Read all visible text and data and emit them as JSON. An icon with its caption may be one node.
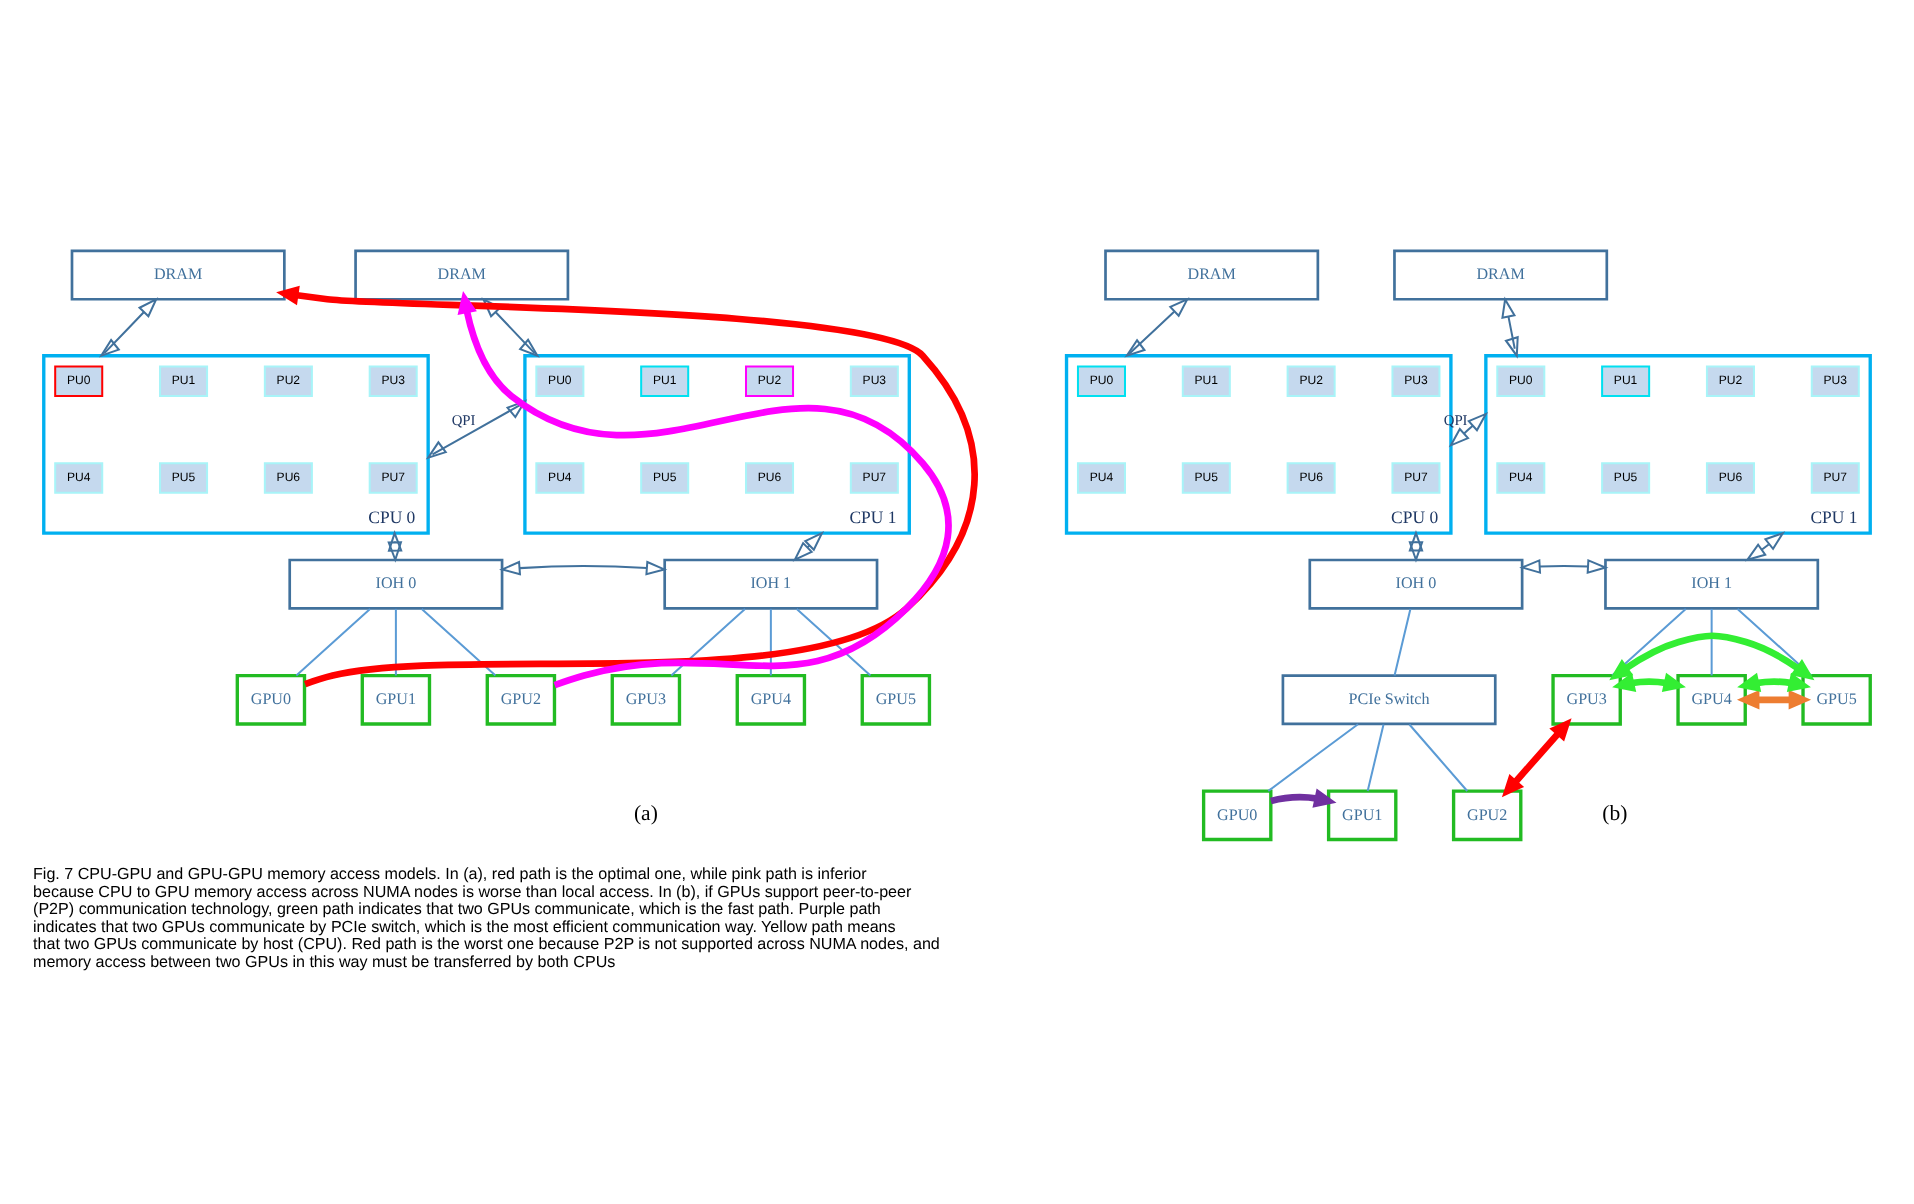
{
  "diagram": {
    "caption": "Fig. 7 CPU-GPU and GPU-GPU memory access models. In (a), red path is the optimal one, while pink path is inferior because CPU to GPU memory access across NUMA nodes is worse than local access. In (b), if GPUs support peer-to-peer (P2P) communication technology, green path indicates that two GPUs communicate, which is the fast path. Purple path indicates that two GPUs communicate by PCIe switch, which is the most efficient communication way. Yellow path means that two GPUs communicate by host (CPU). Red path is the worst one because P2P is not supported across NUMA nodes, and memory access between two GPUs in this way must be transferred by both CPUs",
    "nodes": [
      {
        "text": [
          "DRAM"
        ]
      },
      {
        "text": [
          "DRAM"
        ]
      },
      {
        "text": [
          "CPU 0"
        ]
      },
      {
        "text": [
          "PU0"
        ],
        "in": 2
      },
      {
        "text": [
          "PU1"
        ],
        "in": 2
      },
      {
        "text": [
          "PU2"
        ],
        "in": 2
      },
      {
        "text": [
          "PU3"
        ],
        "in": 2
      },
      {
        "text": [
          "PU4"
        ],
        "in": 2
      },
      {
        "text": [
          "PU5"
        ],
        "in": 2
      },
      {
        "text": [
          "PU6"
        ],
        "in": 2
      },
      {
        "text": [
          "PU7"
        ],
        "in": 2
      },
      {
        "text": [
          "CPU 1"
        ]
      },
      {
        "text": [
          "PU0"
        ],
        "in": 11
      },
      {
        "text": [
          "PU1"
        ],
        "in": 11
      },
      {
        "text": [
          "PU2"
        ],
        "in": 11
      },
      {
        "text": [
          "PU3"
        ],
        "in": 11
      },
      {
        "text": [
          "PU4"
        ],
        "in": 11
      },
      {
        "text": [
          "PU5"
        ],
        "in": 11
      },
      {
        "text": [
          "PU6"
        ],
        "in": 11
      },
      {
        "text": [
          "PU7"
        ],
        "in": 11
      },
      {
        "text": [
          "IOH 0"
        ]
      },
      {
        "text": [
          "IOH 1"
        ]
      },
      {
        "text": [
          "GPU0"
        ]
      },
      {
        "text": [
          "GPU1"
        ]
      },
      {
        "text": [
          "GPU2"
        ]
      },
      {
        "text": [
          "GPU3"
        ]
      },
      {
        "text": [
          "GPU4"
        ]
      },
      {
        "text": [
          "GPU5"
        ]
      },
      {
        "text": [
          "DRAM"
        ]
      },
      {
        "text": [
          "DRAM"
        ]
      },
      {
        "text": [
          "CPU 0"
        ]
      },
      {
        "text": [
          "PU0"
        ],
        "in": 30
      },
      {
        "text": [
          "PU1"
        ],
        "in": 30
      },
      {
        "text": [
          "PU2"
        ],
        "in": 30
      },
      {
        "text": [
          "PU3"
        ],
        "in": 30
      },
      {
        "text": [
          "PU4"
        ],
        "in": 30
      },
      {
        "text": [
          "PU5"
        ],
        "in": 30
      },
      {
        "text": [
          "PU6"
        ],
        "in": 30
      },
      {
        "text": [
          "PU7"
        ],
        "in": 30
      },
      {
        "text": [
          "CPU 1"
        ]
      },
      {
        "text": [
          "PU0"
        ],
        "in": 39
      },
      {
        "text": [
          "PU1"
        ],
        "in": 39
      },
      {
        "text": [
          "PU2"
        ],
        "in": 39
      },
      {
        "text": [
          "PU3"
        ],
        "in": 39
      },
      {
        "text": [
          "PU4"
        ],
        "in": 39
      },
      {
        "text": [
          "PU5"
        ],
        "in": 39
      },
      {
        "text": [
          "PU6"
        ],
        "in": 39
      },
      {
        "text": [
          "PU7"
        ],
        "in": 39
      },
      {
        "text": [
          "IOH 0"
        ]
      },
      {
        "text": [
          "IOH 1"
        ]
      },
      {
        "text": [
          "PCIe Switch"
        ]
      },
      {
        "text": [
          "GPU0"
        ]
      },
      {
        "text": [
          "GPU1"
        ]
      },
      {
        "text": [
          "GPU2"
        ]
      },
      {
        "text": [
          "GPU3"
        ]
      },
      {
        "text": [
          "GPU4"
        ]
      },
      {
        "text": [
          "GPU5"
        ]
      }
    ],
    "edges": [
      {
        "from": 0,
        "to": 2,
        "arrow": "both"
      },
      {
        "from": 1,
        "to": 11,
        "arrow": "both"
      },
      {
        "from": 2,
        "to": 11,
        "arrow": "both",
        "label": "QPI"
      },
      {
        "from": 2,
        "to": 20,
        "arrow": "both"
      },
      {
        "from": 11,
        "to": 21,
        "arrow": "both"
      },
      {
        "from": 20,
        "to": 21,
        "arrow": "both"
      },
      {
        "from": 20,
        "to": 22,
        "arrow": "none"
      },
      {
        "from": 20,
        "to": 23,
        "arrow": "none"
      },
      {
        "from": 20,
        "to": 24,
        "arrow": "none"
      },
      {
        "from": 21,
        "to": 25,
        "arrow": "none"
      },
      {
        "from": 21,
        "to": 26,
        "arrow": "none"
      },
      {
        "from": 21,
        "to": 27,
        "arrow": "none"
      },
      {
        "from": 22,
        "to": 0,
        "arrow": "to",
        "style": "thick",
        "color": "#ff0000"
      },
      {
        "from": 24,
        "to": 1,
        "arrow": "to",
        "style": "thick",
        "color": "#ff00ff"
      },
      {
        "from": 28,
        "to": 30,
        "arrow": "both"
      },
      {
        "from": 29,
        "to": 39,
        "arrow": "both"
      },
      {
        "from": 30,
        "to": 39,
        "arrow": "both",
        "label": "QPI"
      },
      {
        "from": 30,
        "to": 48,
        "arrow": "both"
      },
      {
        "from": 39,
        "to": 49,
        "arrow": "both"
      },
      {
        "from": 48,
        "to": 49,
        "arrow": "both"
      },
      {
        "from": 48,
        "to": 50,
        "arrow": "none"
      },
      {
        "from": 50,
        "to": 51,
        "arrow": "none"
      },
      {
        "from": 50,
        "to": 52,
        "arrow": "none"
      },
      {
        "from": 50,
        "to": 53,
        "arrow": "none"
      },
      {
        "from": 49,
        "to": 54,
        "arrow": "none"
      },
      {
        "from": 49,
        "to": 55,
        "arrow": "none"
      },
      {
        "from": 49,
        "to": 56,
        "arrow": "none"
      },
      {
        "from": 51,
        "to": 52,
        "arrow": "to",
        "style": "thick",
        "color": "#7030a0"
      },
      {
        "from": 53,
        "to": 54,
        "arrow": "both",
        "style": "thick",
        "color": "#ff0000"
      },
      {
        "from": 55,
        "to": 56,
        "arrow": "both",
        "style": "thick",
        "color": "#ed7d31"
      },
      {
        "from": 54,
        "to": 55,
        "arrow": "both",
        "style": "thick",
        "color": "#33ee33"
      },
      {
        "from": 54,
        "to": 56,
        "arrow": "both",
        "style": "thick",
        "color": "#33ee33"
      },
      {
        "from": 55,
        "to": 56,
        "arrow": "both",
        "style": "thick",
        "color": "#33ee33"
      }
    ],
    "labels": [
      "(a)",
      "(b)"
    ]
  }
}
